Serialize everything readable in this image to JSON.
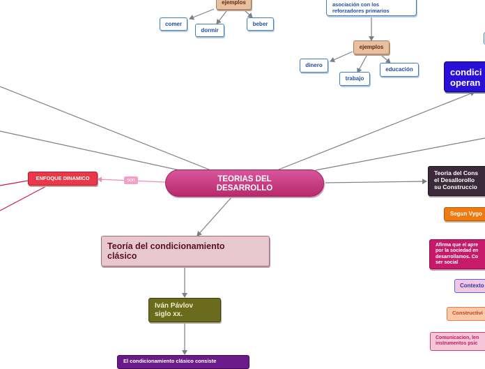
{
  "central": {
    "line1": "TEORIAS DEL",
    "line2": "DESARROLLO"
  },
  "top_left": {
    "ejemplos": "ejemplos",
    "items": [
      "comer",
      "dormir",
      "beber"
    ]
  },
  "top_right": {
    "assoc_line1": "asociación con los",
    "assoc_line2": "reforzadores primarios",
    "ejemplos": "ejemplos",
    "items": [
      "dinero",
      "trabajo",
      "educación"
    ]
  },
  "operante": {
    "line1": "condici",
    "line2": "operan"
  },
  "enfoque": {
    "label": "ENFOQUE DINAMICO",
    "link_label": "son"
  },
  "clasico": {
    "title_line1": "Teoría del condicionamiento",
    "title_line2": "clásico",
    "pavlov_line1": "Iván Pávlov",
    "pavlov_line2": "siglo xx.",
    "desc": "El condicionamiento clásico consiste"
  },
  "constructivismo": {
    "title_line1": "Teoria del Cons",
    "title_line2": "el Desallorollo",
    "title_line3": "su Construccio",
    "vygotsky": "Segun Vygo",
    "afirma_line1": "Afirma que el apre",
    "afirma_line2": "por la sociedad en",
    "afirma_line3": "desarrollamos. Co",
    "afirma_line4": "ser social",
    "contexto": "Contexto",
    "constructivi": "Constructivi",
    "comunicacion_line1": "Comunicacion, len",
    "comunicacion_line2": "instrumentos psic"
  },
  "colors": {
    "central": "#c8337a",
    "enfoque": "#e8384a",
    "clasico_fill": "#e8c8cf",
    "pavlov": "#6b6b1e",
    "desc": "#6a1a8a",
    "operante": "#2a0fd8",
    "constructivismo": "#3a2a3a",
    "vygotsky": "#f07a10",
    "afirma": "#c81a6a",
    "links": "#7a7f88"
  }
}
